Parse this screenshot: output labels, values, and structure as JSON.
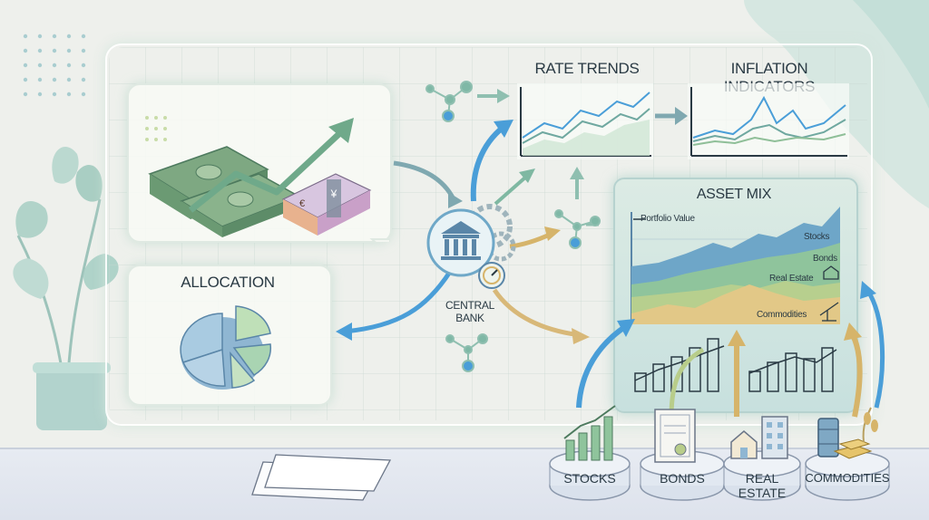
{
  "rate_trends": {
    "title": "RATE TRENDS"
  },
  "inflation": {
    "title": "INFLATION INDICATORS"
  },
  "allocation": {
    "title": "ALLOCATION"
  },
  "central_bank": {
    "line1": "CENTRAL",
    "line2": "BANK"
  },
  "asset_mix": {
    "title": "ASSET MIX",
    "legend": "Portfolio Value",
    "layer_labels": [
      "Stocks",
      "Bonds",
      "Real Estate",
      "Commodities"
    ]
  },
  "pedestals": [
    "STOCKS",
    "BONDS",
    "REAL ESTATE",
    "COMMODITIES"
  ],
  "colors": {
    "blue": "#4a8fd0",
    "green": "#7fb889",
    "teal": "#5fa6a2",
    "gold": "#d6b46a",
    "ink": "#2a3a44"
  }
}
